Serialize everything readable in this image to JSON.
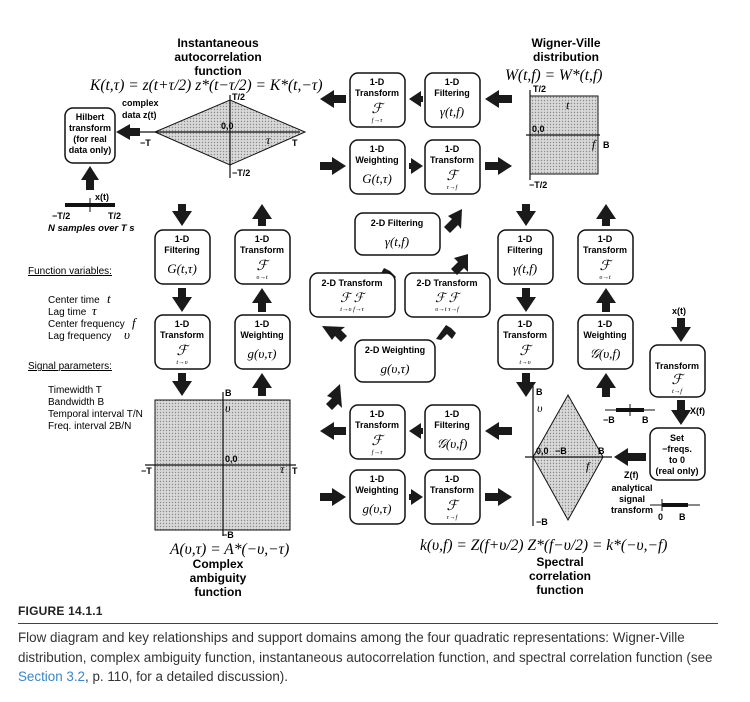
{
  "titles": {
    "iaf": [
      "Instantaneous",
      "autocorrelation",
      "function"
    ],
    "wvd": [
      "Wigner-Ville",
      "distribution"
    ],
    "caf": [
      "Complex",
      "ambiguity",
      "function"
    ],
    "scf": [
      "Spectral",
      "correlation",
      "function"
    ]
  },
  "equations": {
    "iaf": "K(t,τ) = z(t+τ/2) z*(t−τ/2) = K*(t,−τ)",
    "wvd": "W(t,f) = W*(t,f)",
    "caf": "A(υ,τ) = A*(−υ,−τ)",
    "scf": "k(υ,f) = Z(f+υ/2) Z*(f−υ/2) = k*(−υ,−f)"
  },
  "input": {
    "complex_data": [
      "complex",
      "data z(t)"
    ],
    "hilbert": [
      "Hilbert",
      "transform",
      "(for real",
      "data only)"
    ],
    "signal_label": "x(t)",
    "neg_half": "−T/2",
    "pos_half": "T/2",
    "samples": "N samples over T s"
  },
  "iaf_axes": {
    "top": "T/2",
    "bottom": "−T/2",
    "left": "−T",
    "right": "T",
    "origin": "0,0",
    "var": "τ"
  },
  "wvd_axes": {
    "top": "T/2",
    "bottom": "−T/2",
    "origin": "0,0",
    "t": "t",
    "f": "f",
    "B": "B"
  },
  "caf_axes": {
    "top": "B",
    "bottom": "−B",
    "left": "−T",
    "right": "T",
    "origin": "0,0",
    "v": "υ",
    "tau": "τ"
  },
  "scf_axes": {
    "top": "B",
    "bottom": "−B",
    "left": "−B",
    "right": "B",
    "origin": "0,0",
    "v": "υ",
    "f": "f"
  },
  "boxes": {
    "wvd_from_iaf": {
      "title": [
        "1-D",
        "Transform"
      ],
      "math": "ℱ",
      "sub": "f→τ"
    },
    "iaf_filter": {
      "title": [
        "1-D",
        "Filtering"
      ],
      "math": "γ(t,f)"
    },
    "iaf_weight": {
      "title": [
        "1-D",
        "Weighting"
      ],
      "math": "G(t,τ)"
    },
    "iaf_transform": {
      "title": [
        "1-D",
        "Transform"
      ],
      "math": "ℱ",
      "sub": "τ→f"
    },
    "caf_filter": {
      "title": [
        "1-D",
        "Filtering"
      ],
      "math": "G(t,τ)"
    },
    "caf_inv": {
      "title": [
        "1-D",
        "Transform"
      ],
      "math": "ℱ",
      "sub": "υ→t"
    },
    "caf_transform": {
      "title": [
        "1-D",
        "Transform"
      ],
      "math": "ℱ",
      "sub": "t→υ"
    },
    "caf_weight": {
      "title": [
        "1-D",
        "Weighting"
      ],
      "math": "g(υ,τ)"
    },
    "filter2d": {
      "title": [
        "2-D Filtering"
      ],
      "math": "γ(t,f)"
    },
    "transform2d_a": {
      "title": [
        "2-D Transform"
      ],
      "math": "ℱ ℱ",
      "sub": "t→υ f→τ"
    },
    "transform2d_b": {
      "title": [
        "2-D Transform"
      ],
      "math": "ℱ ℱ",
      "sub": "υ→t τ→f"
    },
    "weight2d": {
      "title": [
        "2-D Weighting"
      ],
      "math": "g(υ,τ)"
    },
    "scf_filter": {
      "title": [
        "1-D",
        "Filtering"
      ],
      "math": "γ(t,f)"
    },
    "scf_inv": {
      "title": [
        "1-D",
        "Transform"
      ],
      "math": "ℱ",
      "sub": "υ→t"
    },
    "scf_transform": {
      "title": [
        "1-D",
        "Transform"
      ],
      "math": "ℱ",
      "sub": "t→υ"
    },
    "scf_weight": {
      "title": [
        "1-D",
        "Weighting"
      ],
      "math": "𝒢(υ,f)"
    },
    "bot_transform_a": {
      "title": [
        "1-D",
        "Transform"
      ],
      "math": "ℱ",
      "sub": "f→τ"
    },
    "bot_filter": {
      "title": [
        "1-D",
        "Filtering"
      ],
      "math": "𝒢(υ,f)"
    },
    "bot_weight": {
      "title": [
        "1-D",
        "Weighting"
      ],
      "math": "g(υ,τ)"
    },
    "bot_transform_b": {
      "title": [
        "1-D",
        "Transform"
      ],
      "math": "ℱ",
      "sub": "τ→f"
    },
    "right_transform": {
      "title": [
        "Transform"
      ],
      "math": "ℱ",
      "sub": "t→f"
    },
    "right_set": {
      "title": [
        "Set",
        "−freqs.",
        "to 0",
        "(real only)"
      ]
    }
  },
  "right_labels": {
    "x_in": "x(t)",
    "X_out": "X(f)",
    "Z_out": "Z(f)",
    "neg_B": "−B",
    "pos_B": "B",
    "zero": "0",
    "analytical": [
      "analytical",
      "signal",
      "transform"
    ]
  },
  "legend": {
    "fv_heading": "Function variables:",
    "fv_items": [
      {
        "label": "Center time",
        "sym": "t"
      },
      {
        "label": "Lag time",
        "sym": "τ"
      },
      {
        "label": "Center frequency",
        "sym": "f"
      },
      {
        "label": "Lag frequency",
        "sym": "υ"
      }
    ],
    "sp_heading": "Signal parameters:",
    "sp_items": [
      "Timewidth T",
      "Bandwidth B",
      "Temporal interval T/N",
      "Freq. interval 2B/N"
    ]
  },
  "figure": {
    "label": "FIGURE 14.1.1",
    "caption_pre": "Flow diagram and key relationships and support domains among the four quadratic representations: Wigner-Ville distribution, complex ambiguity function, instantaneous autocorrelation function, and spectral correlation function (see ",
    "caption_link": "Section 3.2",
    "caption_post": ", p. 110, for a detailed discussion)."
  },
  "colors": {
    "box_border": "#111111",
    "arrow": "#1a1a1a",
    "shade": "#c8c8c8",
    "link": "#3a86c8",
    "rule": "#444444"
  }
}
